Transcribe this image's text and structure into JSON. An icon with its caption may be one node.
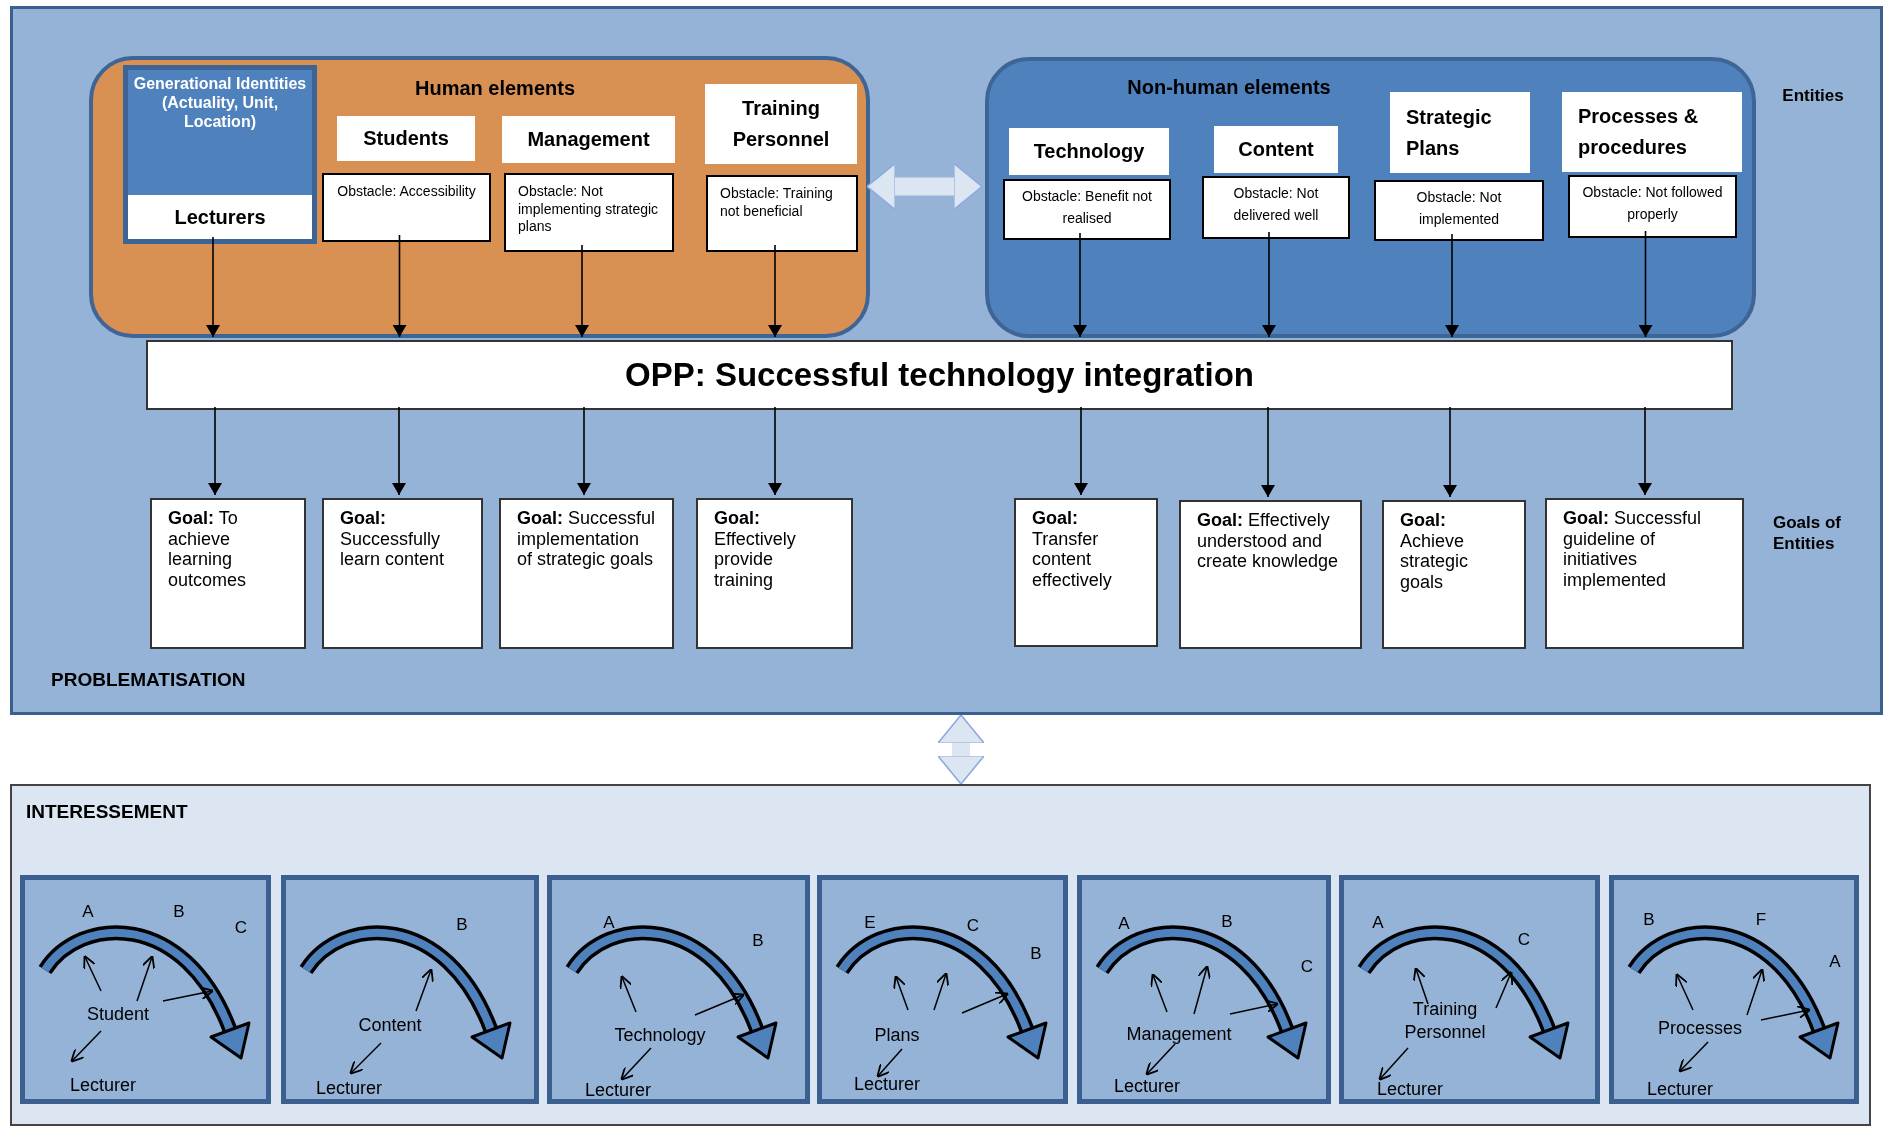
{
  "diagram": {
    "nodes": [
      {
        "text": [
          "PROBLEMATISATION"
        ]
      },
      {
        "text": [
          "Human elements"
        ],
        "in": 0
      },
      {
        "text": [
          "Generational Identities (Actuality, Unit, Location)",
          "Lecturers"
        ],
        "in": 1
      },
      {
        "text": [
          "Students"
        ],
        "in": 1
      },
      {
        "text": [
          "Obstacle: Accessibility"
        ],
        "in": 1
      },
      {
        "text": [
          "Management"
        ],
        "in": 1
      },
      {
        "text": [
          "Obstacle: Not implementing strategic plans"
        ],
        "in": 1
      },
      {
        "text": [
          "Training Personnel"
        ],
        "in": 1
      },
      {
        "text": [
          "Obstacle: Training not beneficial"
        ],
        "in": 1
      },
      {
        "text": [
          "Non-human elements"
        ],
        "in": 0
      },
      {
        "text": [
          "Technology"
        ],
        "in": 9
      },
      {
        "text": [
          "Obstacle: Benefit not realised"
        ],
        "in": 9
      },
      {
        "text": [
          "Content"
        ],
        "in": 9
      },
      {
        "text": [
          "Obstacle: Not delivered well"
        ],
        "in": 9
      },
      {
        "text": [
          "Strategic Plans"
        ],
        "in": 9
      },
      {
        "text": [
          "Obstacle: Not implemented"
        ],
        "in": 9
      },
      {
        "text": [
          "Processes & procedures"
        ],
        "in": 9
      },
      {
        "text": [
          "Obstacle: Not followed properly"
        ],
        "in": 9
      },
      {
        "text": [
          "OPP: Successful technology integration"
        ],
        "in": 0
      },
      {
        "text": [
          "**Goal:** To achieve learning outcomes"
        ],
        "in": 0
      },
      {
        "text": [
          "**Goal:** Successfully learn content"
        ],
        "in": 0
      },
      {
        "text": [
          "**Goal:** Successful implementation of strategic goals"
        ],
        "in": 0
      },
      {
        "text": [
          "**Goal:** Effectively provide training"
        ],
        "in": 0
      },
      {
        "text": [
          "**Goal:** Transfer content effectively"
        ],
        "in": 0
      },
      {
        "text": [
          "**Goal:** Effectively understood and create knowledge"
        ],
        "in": 0
      },
      {
        "text": [
          "**Goal:** Achieve strategic goals"
        ],
        "in": 0
      },
      {
        "text": [
          "**Goal:** Successful guideline of initiatives implemented"
        ],
        "in": 0
      },
      {
        "text": [
          "INTERESSEMENT"
        ]
      },
      {
        "text": [
          "A",
          "B",
          "C",
          "Student",
          "Lecturer"
        ],
        "in": 27
      },
      {
        "text": [
          "B",
          "Content",
          "Lecturer"
        ],
        "in": 27
      },
      {
        "text": [
          "A",
          "B",
          "Technology",
          "Lecturer"
        ],
        "in": 27
      },
      {
        "text": [
          "E",
          "C",
          "B",
          "Plans",
          "Lecturer"
        ],
        "in": 27
      },
      {
        "text": [
          "A",
          "B",
          "C",
          "Management",
          "Lecturer"
        ],
        "in": 27
      },
      {
        "text": [
          "A",
          "C",
          "Training Personnel",
          "Lecturer"
        ],
        "in": 27
      },
      {
        "text": [
          "B",
          "F",
          "A",
          "Processes",
          "Lecturer"
        ],
        "in": 27
      }
    ],
    "edges": [
      {
        "from": 2,
        "to": 18,
        "arrow": "to"
      },
      {
        "from": 4,
        "to": 18,
        "arrow": "to"
      },
      {
        "from": 6,
        "to": 18,
        "arrow": "to"
      },
      {
        "from": 8,
        "to": 18,
        "arrow": "to"
      },
      {
        "from": 11,
        "to": 18,
        "arrow": "to"
      },
      {
        "from": 13,
        "to": 18,
        "arrow": "to"
      },
      {
        "from": 15,
        "to": 18,
        "arrow": "to"
      },
      {
        "from": 17,
        "to": 18,
        "arrow": "to"
      },
      {
        "from": 18,
        "to": 19,
        "arrow": "to"
      },
      {
        "from": 18,
        "to": 20,
        "arrow": "to"
      },
      {
        "from": 18,
        "to": 21,
        "arrow": "to"
      },
      {
        "from": 18,
        "to": 22,
        "arrow": "to"
      },
      {
        "from": 18,
        "to": 23,
        "arrow": "to"
      },
      {
        "from": 18,
        "to": 24,
        "arrow": "to"
      },
      {
        "from": 18,
        "to": 25,
        "arrow": "to"
      },
      {
        "from": 18,
        "to": 26,
        "arrow": "to"
      },
      {
        "from": 1,
        "to": 9,
        "arrow": "both",
        "style": "thick",
        "color": "#dce6f2"
      },
      {
        "from": 0,
        "to": 27,
        "arrow": "both",
        "style": "thick",
        "color": "#dce6f2"
      }
    ],
    "labels": [
      "Entities",
      "Goals of Entities"
    ]
  }
}
